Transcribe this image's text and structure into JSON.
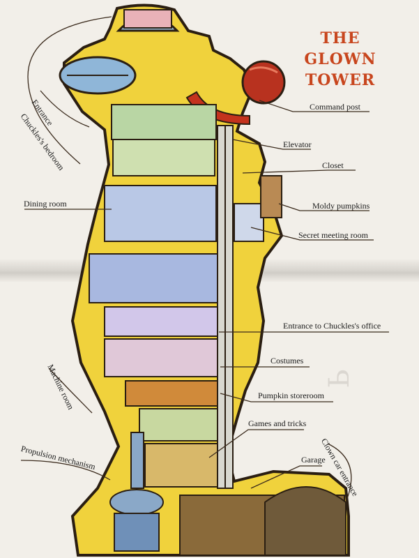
{
  "title_lines": [
    "THE GLOWN",
    "TOWER"
  ],
  "labels": {
    "entrance": "Entrance",
    "chuckles_bedroom": "Chuckles's bedroom",
    "dining_room": "Dining room",
    "machine_room": "Machine room",
    "propulsion_mechanism": "Propulsion mechanism",
    "command_post": "Command post",
    "elevator": "Elevator",
    "closet": "Closet",
    "moldy_pumpkins": "Moldy pumpkins",
    "secret_meeting_room": "Secret meeting room",
    "entrance_to_office": "Entrance to Chuckles's office",
    "costumes": "Costumes",
    "pumpkin_storeroom": "Pumpkin storeroom",
    "games_and_tricks": "Games and tricks",
    "garage": "Garage",
    "clown_car_entrance": "Clown car entrance"
  },
  "colors": {
    "title": "#c8461e",
    "tower_outline": "#2a1e12",
    "tower_body": "#f0d23c",
    "room_fill": "#b9c8e6",
    "label_line": "#3a2a1c"
  }
}
